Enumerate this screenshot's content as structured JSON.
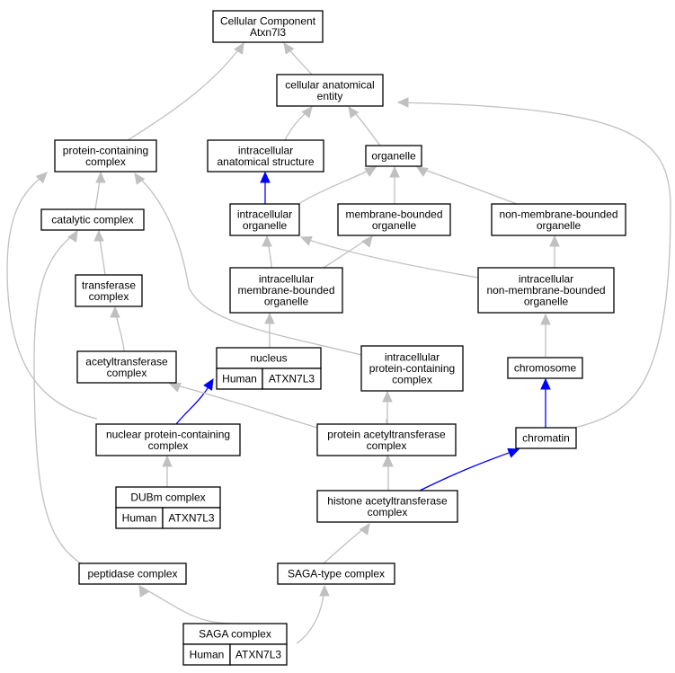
{
  "colors": {
    "background": "#ffffff",
    "is_a_edge": "#c0c0c0",
    "part_of_edge": "#0000ff",
    "annotation_fill": "#f9604a"
  },
  "nodes": {
    "cellular_component": [
      "Cellular Component",
      "Atxn7l3"
    ],
    "cellular_anatomical_entity": [
      "cellular anatomical",
      "entity"
    ],
    "protein_containing_complex": [
      "protein-containing",
      "complex"
    ],
    "intracellular_anatomical_structure": [
      "intracellular",
      "anatomical structure"
    ],
    "organelle": [
      "organelle"
    ],
    "catalytic_complex": [
      "catalytic complex"
    ],
    "intracellular_organelle": [
      "intracellular",
      "organelle"
    ],
    "membrane_bounded_organelle": [
      "membrane-bounded",
      "organelle"
    ],
    "non_membrane_bounded_organelle": [
      "non-membrane-bounded",
      "organelle"
    ],
    "transferase_complex": [
      "transferase",
      "complex"
    ],
    "intracellular_membrane_bounded_organelle": [
      "intracellular",
      "membrane-bounded",
      "organelle"
    ],
    "intracellular_non_membrane_bounded_organelle": [
      "intracellular",
      "non-membrane-bounded",
      "organelle"
    ],
    "nucleus": [
      "nucleus"
    ],
    "acetyltransferase_complex": [
      "acetyltransferase",
      "complex"
    ],
    "intracellular_protein_containing_complex": [
      "intracellular",
      "protein-containing",
      "complex"
    ],
    "chromosome": [
      "chromosome"
    ],
    "nuclear_protein_containing_complex": [
      "nuclear protein-containing",
      "complex"
    ],
    "protein_acetyltransferase_complex": [
      "protein acetyltransferase",
      "complex"
    ],
    "chromatin": [
      "chromatin"
    ],
    "dubm_complex": [
      "DUBm complex"
    ],
    "histone_acetyltransferase_complex": [
      "histone acetyltransferase",
      "complex"
    ],
    "peptidase_complex": [
      "peptidase complex"
    ],
    "saga_type_complex": [
      "SAGA-type complex"
    ],
    "saga_complex": [
      "SAGA complex"
    ]
  },
  "annotations": {
    "nucleus": {
      "species": "Human",
      "gene": "ATXN7L3"
    },
    "dubm_complex": {
      "species": "Human",
      "gene": "ATXN7L3"
    },
    "saga_complex": {
      "species": "Human",
      "gene": "ATXN7L3"
    }
  },
  "edges": [
    {
      "from": "cellular_anatomical_entity",
      "to": "cellular_component",
      "type": "is_a"
    },
    {
      "from": "protein_containing_complex",
      "to": "cellular_component",
      "type": "is_a"
    },
    {
      "from": "intracellular_anatomical_structure",
      "to": "cellular_anatomical_entity",
      "type": "is_a"
    },
    {
      "from": "organelle",
      "to": "cellular_anatomical_entity",
      "type": "is_a"
    },
    {
      "from": "chromatin",
      "to": "cellular_anatomical_entity",
      "type": "is_a"
    },
    {
      "from": "catalytic_complex",
      "to": "protein_containing_complex",
      "type": "is_a"
    },
    {
      "from": "intracellular_organelle",
      "to": "intracellular_anatomical_structure",
      "type": "part_of"
    },
    {
      "from": "intracellular_organelle",
      "to": "organelle",
      "type": "is_a"
    },
    {
      "from": "membrane_bounded_organelle",
      "to": "organelle",
      "type": "is_a"
    },
    {
      "from": "non_membrane_bounded_organelle",
      "to": "organelle",
      "type": "is_a"
    },
    {
      "from": "transferase_complex",
      "to": "catalytic_complex",
      "type": "is_a"
    },
    {
      "from": "intracellular_membrane_bounded_organelle",
      "to": "intracellular_organelle",
      "type": "is_a"
    },
    {
      "from": "intracellular_membrane_bounded_organelle",
      "to": "membrane_bounded_organelle",
      "type": "is_a"
    },
    {
      "from": "intracellular_non_membrane_bounded_organelle",
      "to": "intracellular_organelle",
      "type": "is_a"
    },
    {
      "from": "intracellular_non_membrane_bounded_organelle",
      "to": "non_membrane_bounded_organelle",
      "type": "is_a"
    },
    {
      "from": "nucleus",
      "to": "intracellular_membrane_bounded_organelle",
      "type": "is_a"
    },
    {
      "from": "acetyltransferase_complex",
      "to": "transferase_complex",
      "type": "is_a"
    },
    {
      "from": "intracellular_protein_containing_complex",
      "to": "protein_containing_complex",
      "type": "is_a"
    },
    {
      "from": "chromosome",
      "to": "intracellular_non_membrane_bounded_organelle",
      "type": "is_a"
    },
    {
      "from": "nuclear_protein_containing_complex",
      "to": "protein_containing_complex",
      "type": "is_a"
    },
    {
      "from": "nuclear_protein_containing_complex",
      "to": "nucleus",
      "type": "part_of"
    },
    {
      "from": "protein_acetyltransferase_complex",
      "to": "acetyltransferase_complex",
      "type": "is_a"
    },
    {
      "from": "protein_acetyltransferase_complex",
      "to": "intracellular_protein_containing_complex",
      "type": "is_a"
    },
    {
      "from": "chromatin",
      "to": "chromosome",
      "type": "part_of"
    },
    {
      "from": "dubm_complex",
      "to": "nuclear_protein_containing_complex",
      "type": "is_a"
    },
    {
      "from": "histone_acetyltransferase_complex",
      "to": "protein_acetyltransferase_complex",
      "type": "is_a"
    },
    {
      "from": "histone_acetyltransferase_complex",
      "to": "chromatin",
      "type": "part_of"
    },
    {
      "from": "peptidase_complex",
      "to": "catalytic_complex",
      "type": "is_a"
    },
    {
      "from": "saga_type_complex",
      "to": "histone_acetyltransferase_complex",
      "type": "is_a"
    },
    {
      "from": "saga_complex",
      "to": "peptidase_complex",
      "type": "is_a"
    },
    {
      "from": "saga_complex",
      "to": "saga_type_complex",
      "type": "is_a"
    }
  ]
}
